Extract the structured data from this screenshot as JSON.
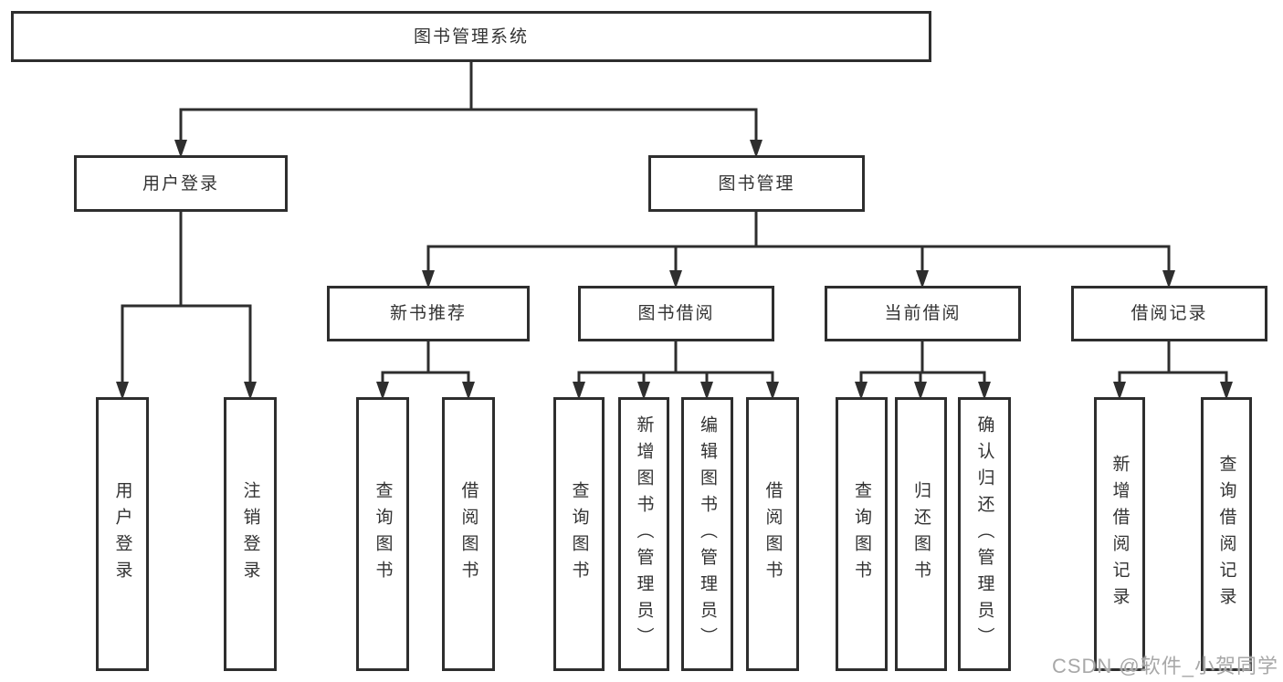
{
  "colors": {
    "box_border": "#2e2e2e",
    "connector_line": "#2e2e2e",
    "text": "#333333",
    "watermark": "#a8a8a8",
    "background": "#ffffff"
  },
  "watermark": {
    "text": "CSDN @软件_小贺同学"
  },
  "tree": {
    "label": "图书管理系统",
    "children": [
      {
        "label": "用户登录",
        "children": [
          {
            "label": "用户登录"
          },
          {
            "label": "注销登录"
          }
        ]
      },
      {
        "label": "图书管理",
        "children": [
          {
            "label": "新书推荐",
            "children": [
              {
                "label": "查询图书"
              },
              {
                "label": "借阅图书"
              }
            ]
          },
          {
            "label": "图书借阅",
            "children": [
              {
                "label": "查询图书"
              },
              {
                "label": "新增图书（管理员）"
              },
              {
                "label": "编辑图书（管理员）"
              },
              {
                "label": "借阅图书"
              }
            ]
          },
          {
            "label": "当前借阅",
            "children": [
              {
                "label": "查询图书"
              },
              {
                "label": "归还图书"
              },
              {
                "label": "确认归还（管理员）"
              }
            ]
          },
          {
            "label": "借阅记录",
            "children": [
              {
                "label": "新增借阅记录"
              },
              {
                "label": "查询借阅记录"
              }
            ]
          }
        ]
      }
    ]
  }
}
